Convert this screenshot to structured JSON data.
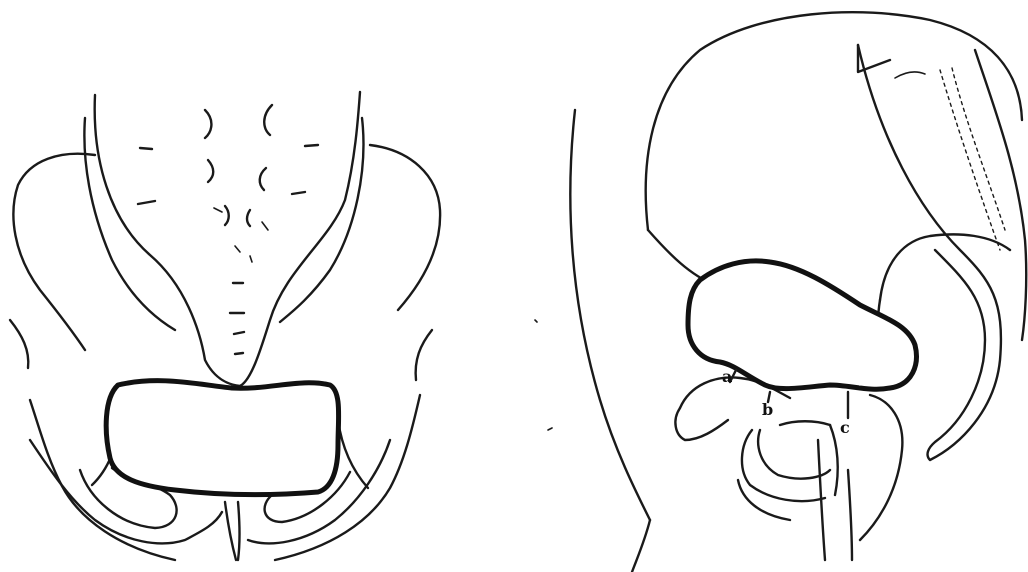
{
  "colors": {
    "ink": "#111111",
    "paper": "#ffffff"
  },
  "right_view": {
    "labels": {
      "a": "a",
      "b": "b",
      "c": "c"
    }
  }
}
